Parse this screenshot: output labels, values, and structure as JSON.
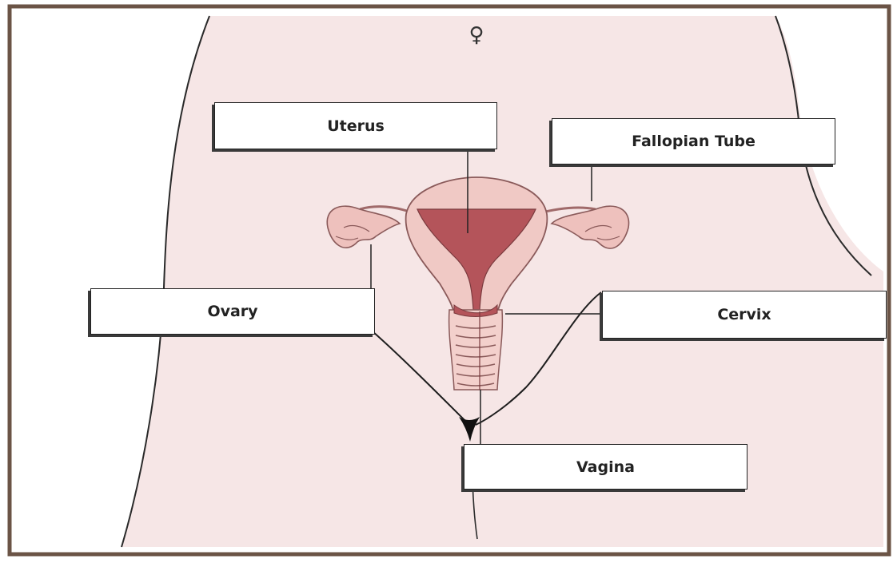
{
  "symbol": "♀",
  "labels": {
    "uterus": "Uterus",
    "fallopian_tube": "Fallopian Tube",
    "ovary": "Ovary",
    "cervix": "Cervix",
    "vagina": "Vagina"
  },
  "colors": {
    "frame": "#6b5446",
    "body_fill": "#f6e6e6",
    "body_outline": "#2a2a2a",
    "uterus_outer": "#f0c9c5",
    "uterus_inner": "#b4545a",
    "tissue": "#eec1bd"
  }
}
